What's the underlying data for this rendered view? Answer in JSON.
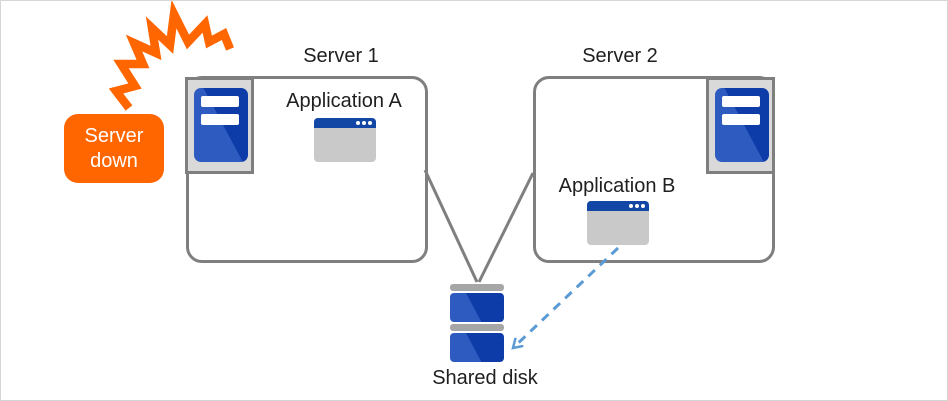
{
  "diagram": {
    "badge": {
      "line1": "Server",
      "line2": "down"
    },
    "servers": [
      {
        "label": "Server 1",
        "application": "Application A"
      },
      {
        "label": "Server 2",
        "application": "Application B"
      }
    ],
    "shared_disk_label": "Shared disk"
  },
  "icons": {
    "crash_burst": "crash-burst-icon",
    "server_tower": "server-tower-icon",
    "application_window": "application-window-icon",
    "shared_disk": "shared-disk-icon"
  },
  "colors": {
    "orange": "#FF6600",
    "box_border_gray": "#7F7F7F",
    "tower_light": "#2D5BC0",
    "tower_dark": "#0D3CA8",
    "titlebar_blue": "#1347A5",
    "window_body_gray": "#C9C9C9",
    "frame_fill": "#D9D9D9",
    "disk_cap_gray": "#A6A6A6",
    "arrow_blue": "#5B9BD5",
    "text_dark": "#1F1F1F"
  }
}
